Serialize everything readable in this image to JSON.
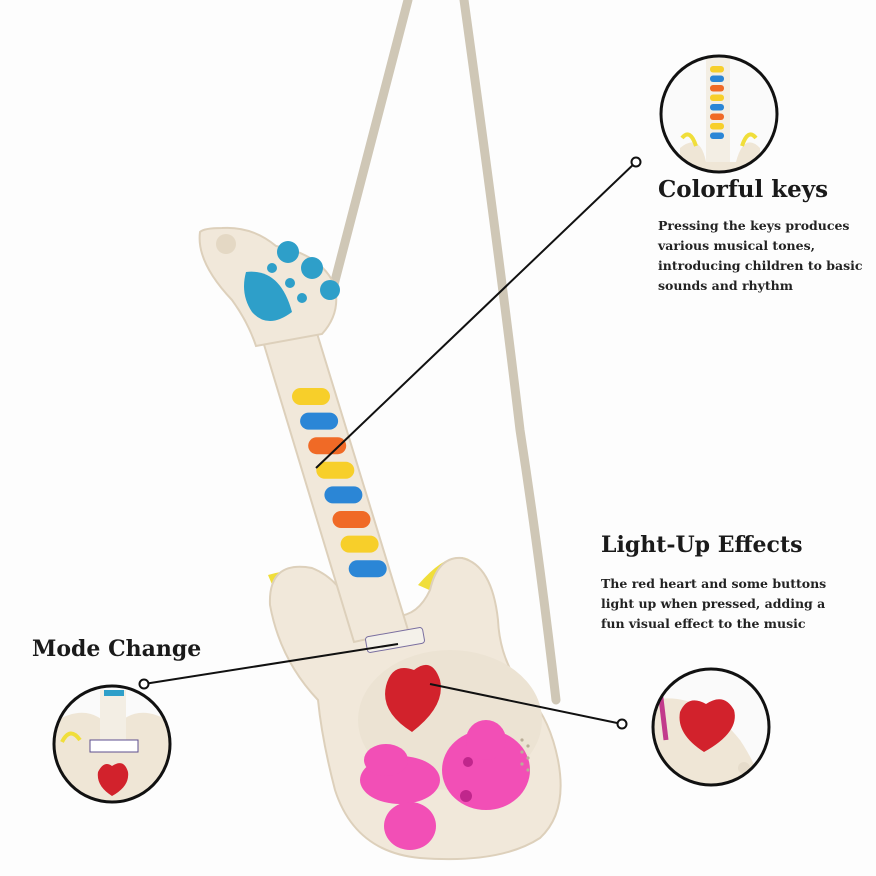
{
  "colors": {
    "strap": "#cfc7b6",
    "guitar_body": "#f1e8da",
    "guitar_outline": "#ddd0bb",
    "yellow_trim": "#f0de3a",
    "teal": "#2e9fc9",
    "key_yellow": "#f7cf2a",
    "key_blue": "#2b86d6",
    "key_orange": "#f06a26",
    "heart_red": "#d2222c",
    "pink_figure": "#f24fb6",
    "callout_line": "#111111"
  },
  "fret_keys": [
    "yellow",
    "blue",
    "orange",
    "yellow",
    "blue",
    "orange",
    "yellow",
    "blue"
  ],
  "callouts": {
    "colorful_keys": {
      "title": "Colorful keys",
      "lines": [
        "Pressing the keys produces",
        "various musical tones,",
        "introducing children to basic",
        "sounds and rhythm"
      ]
    },
    "light_up": {
      "title": "Light-Up Effects",
      "lines": [
        "The red heart and some buttons",
        "light up when pressed, adding a",
        "fun visual effect to the music"
      ]
    },
    "mode_change": {
      "title": "Mode Change"
    }
  }
}
